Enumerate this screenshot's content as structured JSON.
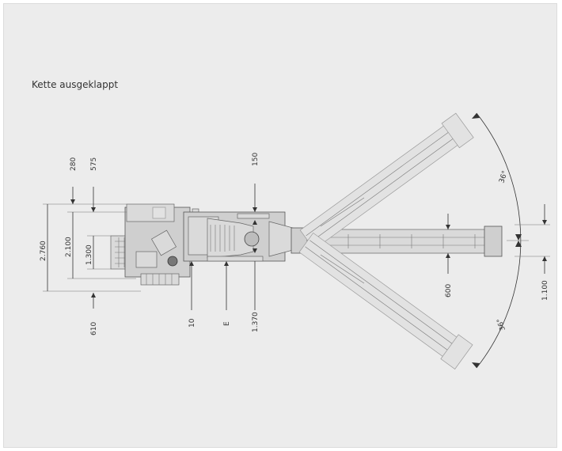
{
  "caption": "Kette ausgeklappt",
  "dimensions": {
    "d280": "280",
    "d575": "575",
    "d2760": "2.760",
    "d2100": "2.100",
    "d1300": "1.300",
    "d610": "610",
    "d150": "150",
    "d10": "10",
    "dE": "E",
    "d1370": "1.370",
    "d600": "600",
    "d1100": "1.100",
    "angle_top": "36°",
    "angle_bottom": "36°"
  }
}
